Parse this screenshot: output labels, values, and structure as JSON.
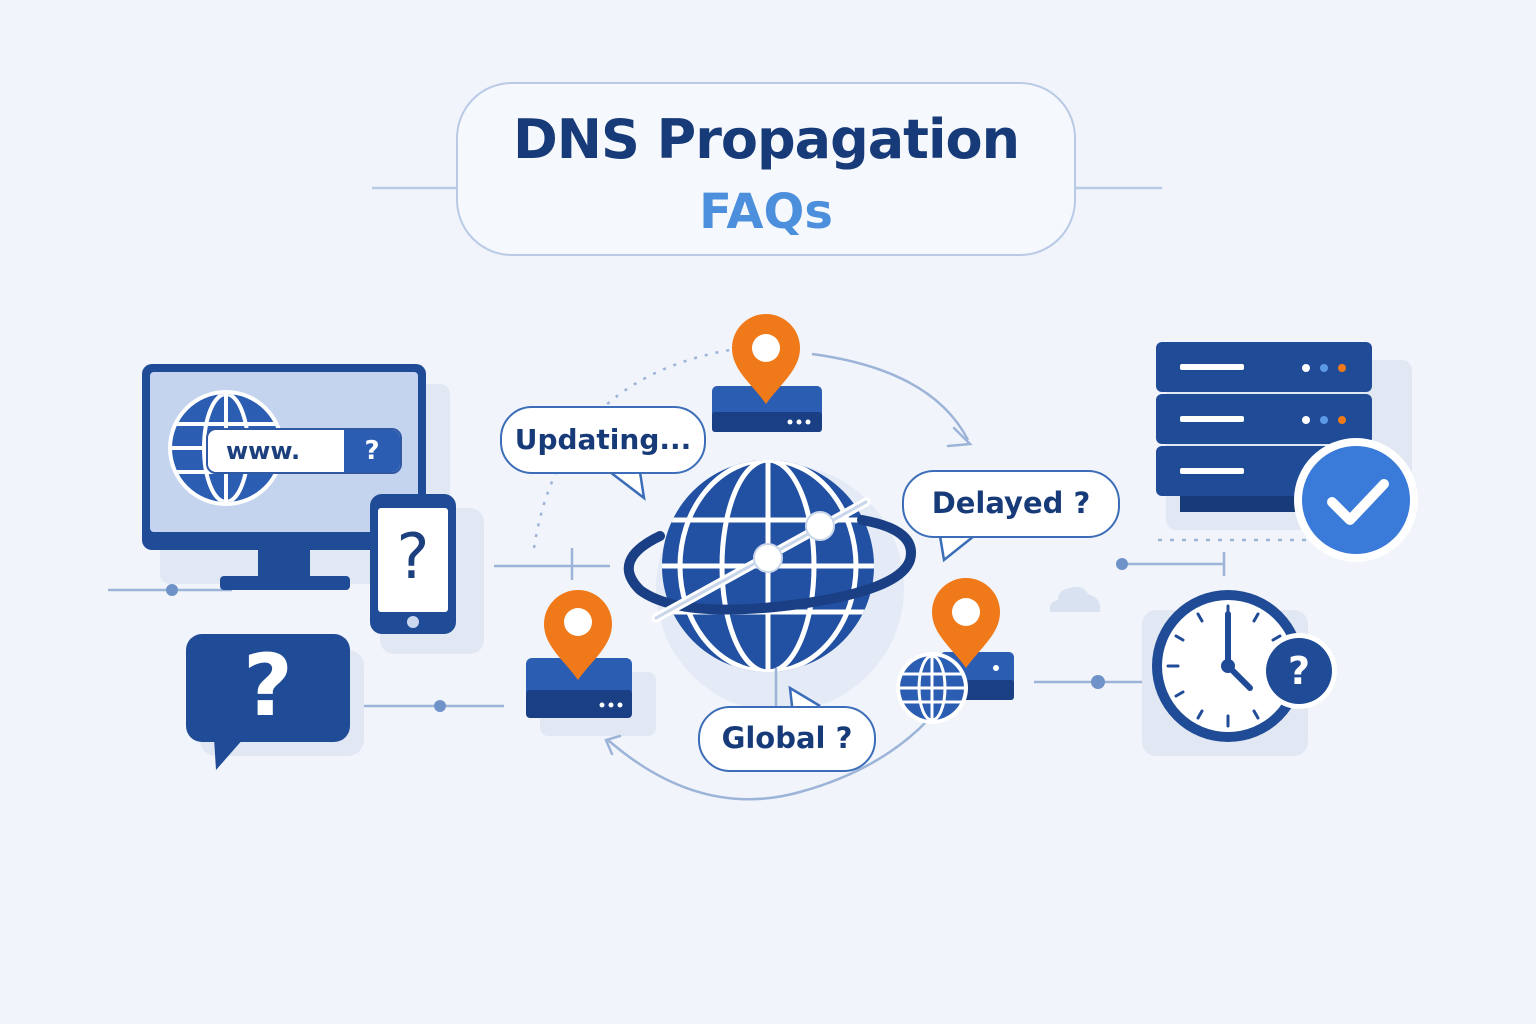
{
  "title": {
    "line1": "DNS Propagation",
    "line2": "FAQs"
  },
  "bubbles": {
    "updating": "Updating...",
    "delayed": "Delayed ?",
    "global": "Global ?"
  },
  "browser": {
    "url_text": "www.",
    "url_question": "?"
  },
  "marks": {
    "phone": "?",
    "chat": "?",
    "clock": "?"
  },
  "colors": {
    "background": "#f1f4fa",
    "navy": "#173a78",
    "blue": "#2b5db3",
    "light_blue": "#4c8fdc",
    "accent_orange": "#f07a1a",
    "check_blue": "#3a7ad8"
  },
  "icons": [
    "monitor-icon",
    "globe-icon",
    "phone-icon",
    "chat-bubble-icon",
    "location-pin-icon",
    "server-stack-icon",
    "check-circle-icon",
    "clock-icon",
    "cloud-icon"
  ]
}
